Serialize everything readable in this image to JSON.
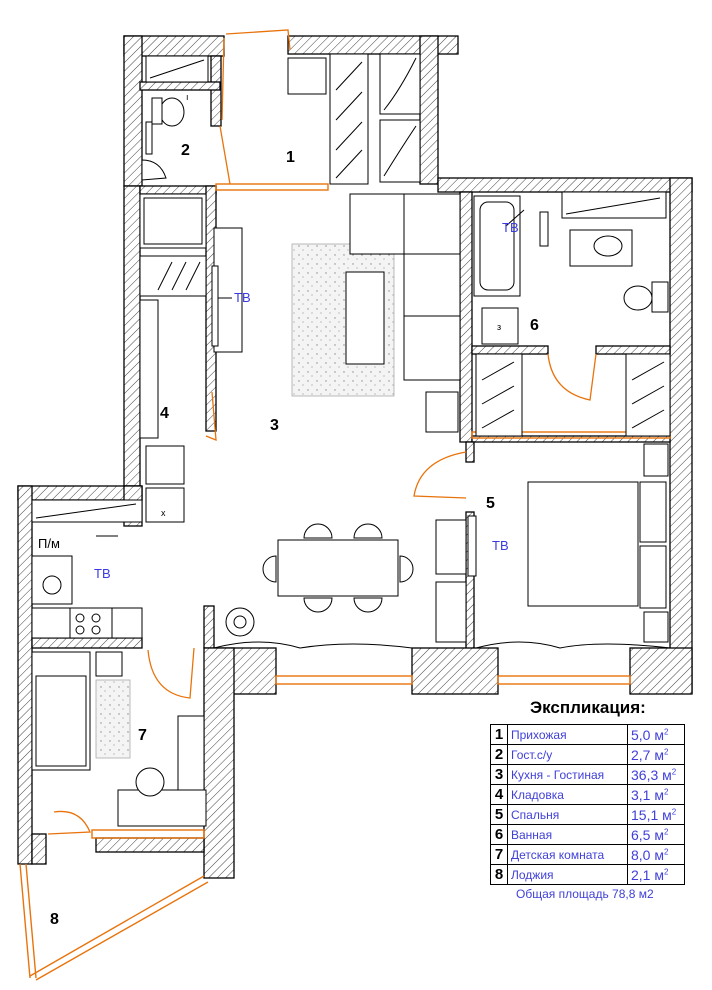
{
  "rooms": [
    {
      "num": "1"
    },
    {
      "num": "2"
    },
    {
      "num": "3"
    },
    {
      "num": "4"
    },
    {
      "num": "5"
    },
    {
      "num": "6"
    },
    {
      "num": "7"
    },
    {
      "num": "8"
    }
  ],
  "tv_label": "ТВ",
  "fridge_label": "П/м",
  "washer_label": "з",
  "cross_label": "x",
  "explication": {
    "title": "Экспликация:",
    "unit": "м",
    "unit_power": "2",
    "rows": [
      {
        "num": "1",
        "name": "Прихожая",
        "area": "5,0"
      },
      {
        "num": "2",
        "name": "Гост.с/у",
        "area": "2,7"
      },
      {
        "num": "3",
        "name": "Кухня - Гостиная",
        "area": "36,3"
      },
      {
        "num": "4",
        "name": "Кладовка",
        "area": "3,1"
      },
      {
        "num": "5",
        "name": "Спальня",
        "area": "15,1"
      },
      {
        "num": "6",
        "name": "Ванная",
        "area": "6,5"
      },
      {
        "num": "7",
        "name": "Детская комната",
        "area": "8,0"
      },
      {
        "num": "8",
        "name": "Лоджия",
        "area": "2,1"
      }
    ],
    "total": "Общая площадь  78,8 м2"
  },
  "colors": {
    "window": "#e8730c",
    "door": "#e8730c",
    "annotation": "#3a3ae0",
    "wall_hatch": "#000000"
  }
}
